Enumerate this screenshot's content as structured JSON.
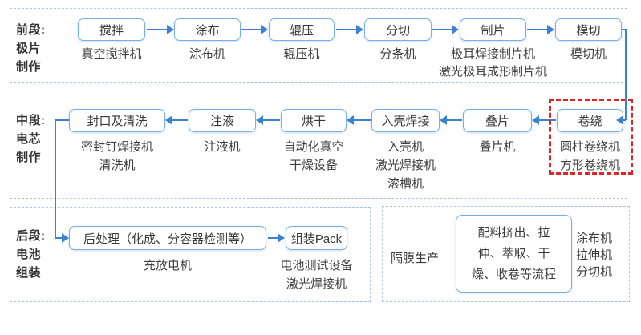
{
  "colors": {
    "container_border": "#a9c4e0",
    "box_border": "#79afe8",
    "arrow": "#3b82d6",
    "text": "#3a3a3a",
    "highlight_red": "#e12525"
  },
  "sections": [
    {
      "name": "front-electrode",
      "label_lines": [
        "前段:",
        "极片",
        "制作"
      ],
      "flow": "left-to-right",
      "steps": [
        {
          "process": "搅拌",
          "machines": [
            "真空搅拌机"
          ]
        },
        {
          "process": "涂布",
          "machines": [
            "涂布机"
          ]
        },
        {
          "process": "辊压",
          "machines": [
            "辊压机"
          ]
        },
        {
          "process": "分切",
          "machines": [
            "分条机"
          ]
        },
        {
          "process": "制片",
          "machines": [
            "极耳焊接制片机",
            "激光极耳成形制片机"
          ]
        },
        {
          "process": "模切",
          "machines": [
            "模切机"
          ]
        }
      ]
    },
    {
      "name": "middle-cell",
      "label_lines": [
        "中段:",
        "电芯",
        "制作"
      ],
      "flow": "right-to-left",
      "steps": [
        {
          "process": "封口及清洗",
          "machines": [
            "密封钉焊接机",
            "清洗机"
          ]
        },
        {
          "process": "注液",
          "machines": [
            "注液机"
          ]
        },
        {
          "process": "烘干",
          "machines": [
            "自动化真空",
            "干燥设备"
          ]
        },
        {
          "process": "入壳焊接",
          "machines": [
            "入壳机",
            "激光焊接机",
            "滚槽机"
          ]
        },
        {
          "process": "叠片",
          "machines": [
            "叠片机"
          ]
        },
        {
          "process": "卷绕",
          "machines": [
            "圆柱卷绕机",
            "方形卷绕机"
          ],
          "highlighted": true
        }
      ]
    },
    {
      "name": "back-assembly",
      "label_lines": [
        "后段:",
        "电池",
        "组装"
      ],
      "flow": "left-to-right",
      "steps": [
        {
          "process": "后处理（化成、分容器检测等）",
          "machines": [
            "充放电机"
          ]
        },
        {
          "process": "组装Pack",
          "machines": [
            "电池测试设备",
            "激光焊接机"
          ]
        }
      ]
    }
  ],
  "separator_section": {
    "label": "隔膜生产",
    "process_lines": [
      "配料挤出、拉",
      "伸、萃取、干",
      "燥、收卷等流程"
    ],
    "machines": [
      "涂布机",
      "拉伸机",
      "分切机"
    ]
  }
}
